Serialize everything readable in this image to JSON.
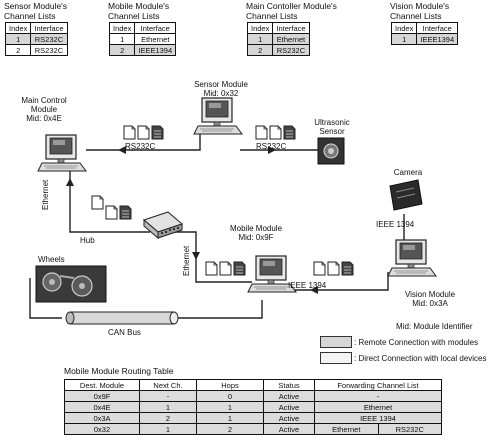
{
  "channel_tables": [
    {
      "title_line1": "Sensor Module's",
      "title_line2": "Channel Lists",
      "headers": [
        "Index",
        "Interface"
      ],
      "rows": [
        {
          "index": "1",
          "interface": "RS232C"
        },
        {
          "index": "2",
          "interface": "RS232C"
        }
      ]
    },
    {
      "title_line1": "Mobile Module's",
      "title_line2": "Channel Lists",
      "headers": [
        "Index",
        "Interface"
      ],
      "rows": [
        {
          "index": "1",
          "interface": "Ethernet"
        },
        {
          "index": "2",
          "interface": "IEEE1394"
        }
      ]
    },
    {
      "title_line1": "Main Contoller Module's",
      "title_line2": "Channel Lists",
      "headers": [
        "Index",
        "Interface"
      ],
      "rows": [
        {
          "index": "1",
          "interface": "Ethernet"
        },
        {
          "index": "2",
          "interface": "RS232C"
        }
      ]
    },
    {
      "title_line1": "Vision Module's",
      "title_line2": "Channel Lists",
      "headers": [
        "Index",
        "Interface"
      ],
      "rows": [
        {
          "index": "1",
          "interface": "IEEE1394"
        }
      ]
    }
  ],
  "nodes": {
    "main_control": {
      "line1": "Main Control",
      "line2": "Module",
      "line3": "Mid: 0x4E"
    },
    "sensor": {
      "line1": "Sensor Module",
      "line2": "Mid: 0x32"
    },
    "ultrasonic": {
      "line1": "Ultrasonic",
      "line2": "Sensor"
    },
    "camera": {
      "label": "Camera"
    },
    "mobile": {
      "line1": "Mobile Module",
      "line2": "Mid: 0x9F"
    },
    "vision": {
      "line1": "Vision Module",
      "line2": "Mid: 0x3A"
    },
    "wheels": {
      "label": "Wheels"
    },
    "hub": {
      "label": "Hub"
    },
    "can_bus": {
      "label": "CAN Bus"
    }
  },
  "links": {
    "rs232c_main_sensor": "RS232C",
    "rs232c_sensor_ultrasonic": "RS232C",
    "ethernet_main_hub": "Ethernet",
    "ethernet_hub_mobile": "Ethernet",
    "ieee1394_mobile_vision": "IEEE 1394",
    "ieee1394_camera_vision": "IEEE 1394"
  },
  "legend": {
    "mid_note": "Mid: Module Identifier",
    "remote": ": Remote Connection with modules",
    "direct": ": Direct Connection with local devices"
  },
  "routing_table": {
    "title": "Mobile Module Routing Table",
    "headers": [
      "Dest. Module",
      "Next Ch.",
      "Hops",
      "Status",
      "Forwarding Channel List"
    ],
    "rows": [
      {
        "dest": "0x9F",
        "next": "-",
        "hops": "0",
        "status": "Active",
        "fwd1": "-",
        "fwd2": ""
      },
      {
        "dest": "0x4E",
        "next": "1",
        "hops": "1",
        "status": "Active",
        "fwd1": "Ethernet",
        "fwd2": ""
      },
      {
        "dest": "0x3A",
        "next": "2",
        "hops": "1",
        "status": "Active",
        "fwd1": "IEEE 1394",
        "fwd2": ""
      },
      {
        "dest": "0x32",
        "next": "1",
        "hops": "2",
        "status": "Active",
        "fwd1": "Ethernet",
        "fwd2": "RS232C"
      }
    ]
  },
  "colors": {
    "remote_fill": "#d6d6d6",
    "direct_fill": "#f4f4f4",
    "line": "#222222"
  }
}
